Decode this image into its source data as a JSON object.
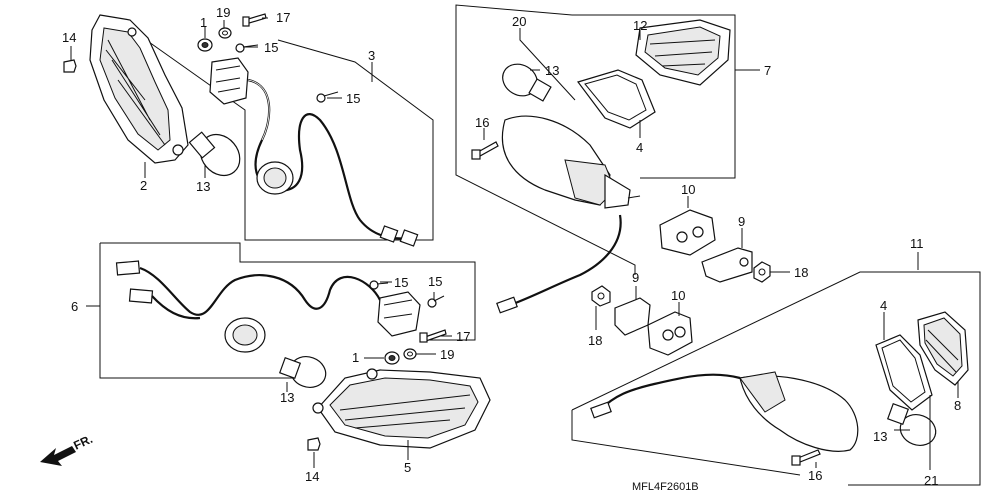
{
  "diagram": {
    "code": "MFL4F2601B",
    "front_label": "FR.",
    "callouts": {
      "c1_top": "1",
      "c19_top": "19",
      "c17_top": "17",
      "c14_top": "14",
      "c15_top_a": "15",
      "c3": "3",
      "c15_top_b": "15",
      "c2": "2",
      "c13_left": "13",
      "c20": "20",
      "c12": "12",
      "c13_rear": "13",
      "c7": "7",
      "c16_rear": "16",
      "c4_rear": "4",
      "c10_upper": "10",
      "c9_upper": "9",
      "c18_right": "18",
      "c11": "11",
      "c6": "6",
      "c15_mid_a": "15",
      "c15_mid_b": "15",
      "c17_mid": "17",
      "c1_mid": "1",
      "c19_mid": "19",
      "c9_lower": "9",
      "c10_lower": "10",
      "c18_lower": "18",
      "c13_bottom": "13",
      "c14_bottom": "14",
      "c5": "5",
      "c4_right": "4",
      "c8": "8",
      "c13_right": "13",
      "c16_right": "16",
      "c21": "21"
    }
  }
}
